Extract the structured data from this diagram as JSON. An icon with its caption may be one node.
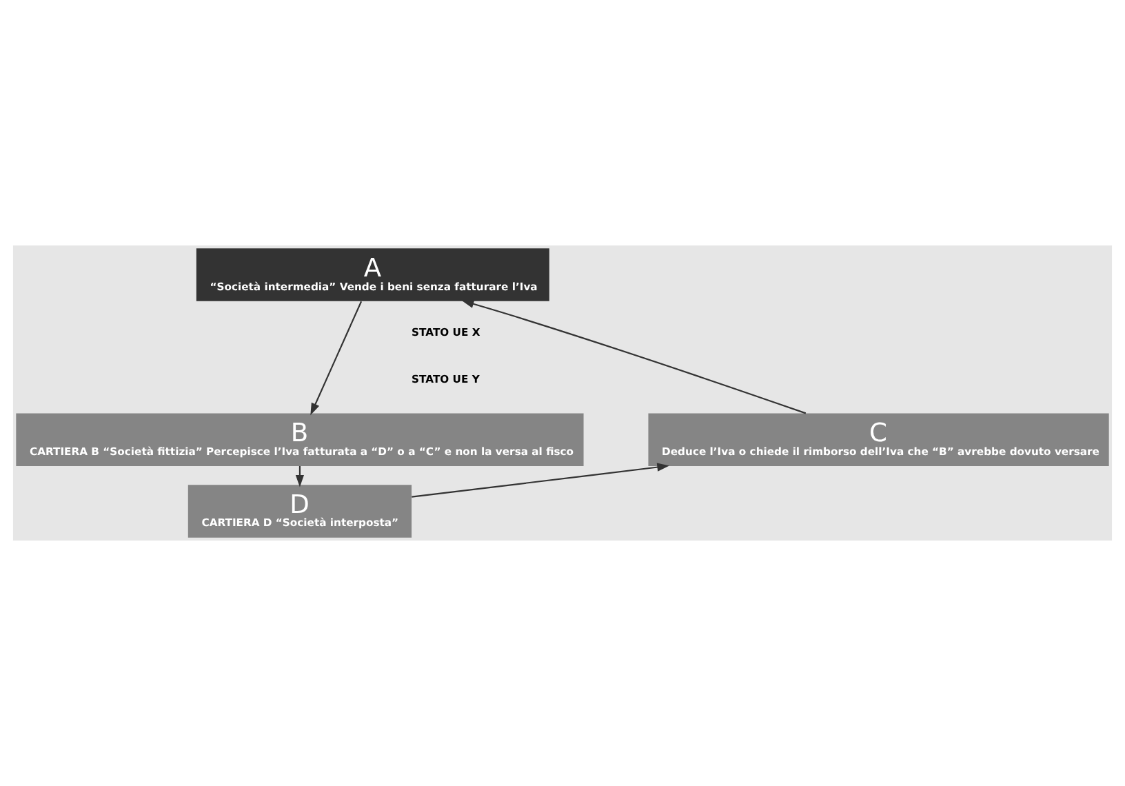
{
  "diagram": {
    "nodes": [
      {
        "text": [
          "A",
          "“Società intermedia” Vende i beni senza fatturare l’Iva"
        ]
      },
      {
        "text": [
          "B",
          "CARTIERA B “Società fittizia” Percepisce l’Iva fatturata a “D” o a “C” e non la versa al fisco"
        ]
      },
      {
        "text": [
          "C",
          "Deduce l’Iva o chiede il rimborso dell’Iva che “B” avrebbe dovuto versare"
        ]
      },
      {
        "text": [
          "D",
          "CARTIERA D “Società interposta”"
        ]
      }
    ],
    "edges": [
      {
        "from": 0,
        "to": 1,
        "arrow": "to"
      },
      {
        "from": 1,
        "to": 3,
        "arrow": "to"
      },
      {
        "from": 3,
        "to": 2,
        "arrow": "to"
      },
      {
        "from": 2,
        "to": 0,
        "arrow": "to"
      }
    ],
    "labels": [
      "STATO UE X",
      "STATO UE Y"
    ]
  }
}
